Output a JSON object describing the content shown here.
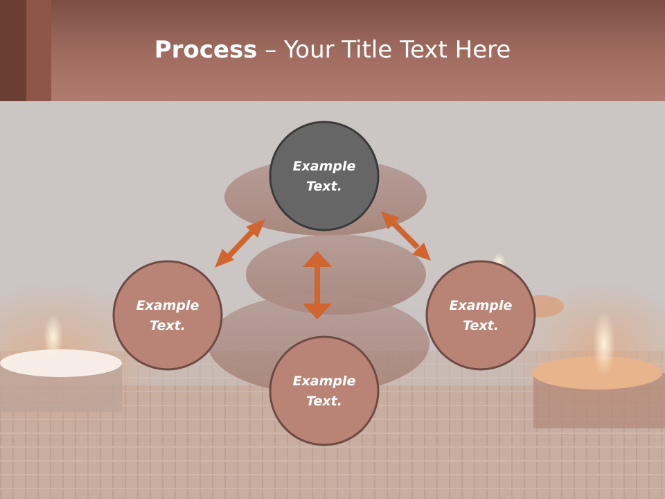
{
  "title": {
    "bold": "Process",
    "rest": " – Your Title Text Here"
  },
  "colors": {
    "header": "#a16d61",
    "center_node": "#666666",
    "outer_node": "#b98376",
    "node_stroke": "#3a3a3a",
    "arrow": "#d0652f",
    "background": "#cbc5c3"
  },
  "nodes": {
    "top": {
      "line1": "Example",
      "line2": "Text."
    },
    "left": {
      "line1": "Example",
      "line2": "Text."
    },
    "right": {
      "line1": "Example",
      "line2": "Text."
    },
    "bottom": {
      "line1": "Example",
      "line2": "Text."
    }
  }
}
